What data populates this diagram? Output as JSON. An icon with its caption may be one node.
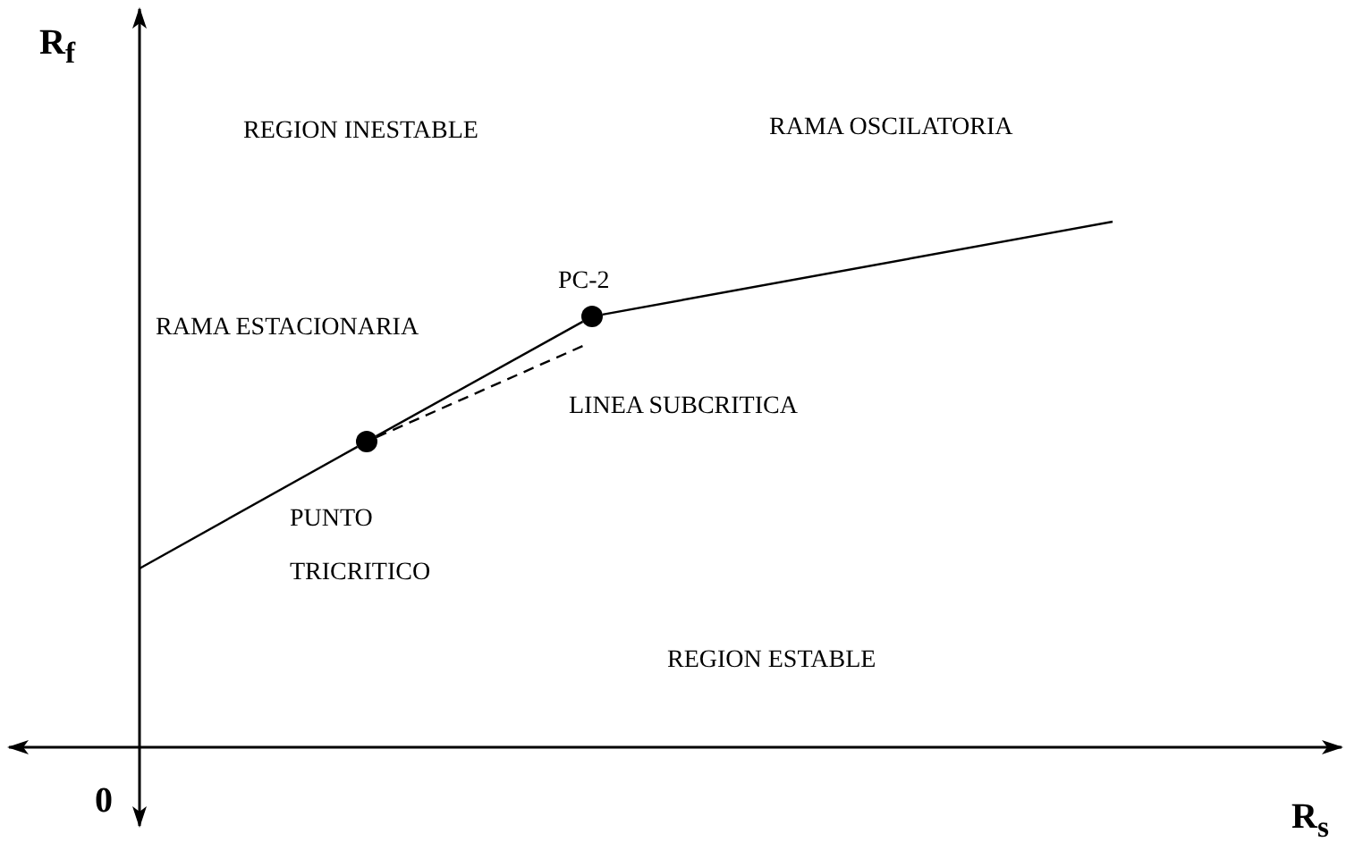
{
  "diagram": {
    "nodes": [
      {
        "text": [],
        "shape": "circle",
        "beside": [
          "PUNTO TRICRITICO"
        ]
      },
      {
        "text": [],
        "shape": "circle",
        "beside": [
          "PC-2"
        ]
      }
    ],
    "edges": [
      {
        "from": null,
        "to": 0,
        "arrow": "none"
      },
      {
        "from": 0,
        "to": 1,
        "arrow": "none"
      },
      {
        "from": 1,
        "to": null,
        "arrow": "none"
      },
      {
        "from": 0,
        "to": 1,
        "arrow": "none",
        "style": "dashed"
      }
    ],
    "labels": [
      "R$_{f}$",
      "REGION INESTABLE",
      "RAMA OSCILATORIA",
      "RAMA ESTACIONARIA",
      "LINEA SUBCRITICA",
      "REGION ESTABLE",
      "0",
      "R$_{s}$"
    ]
  }
}
